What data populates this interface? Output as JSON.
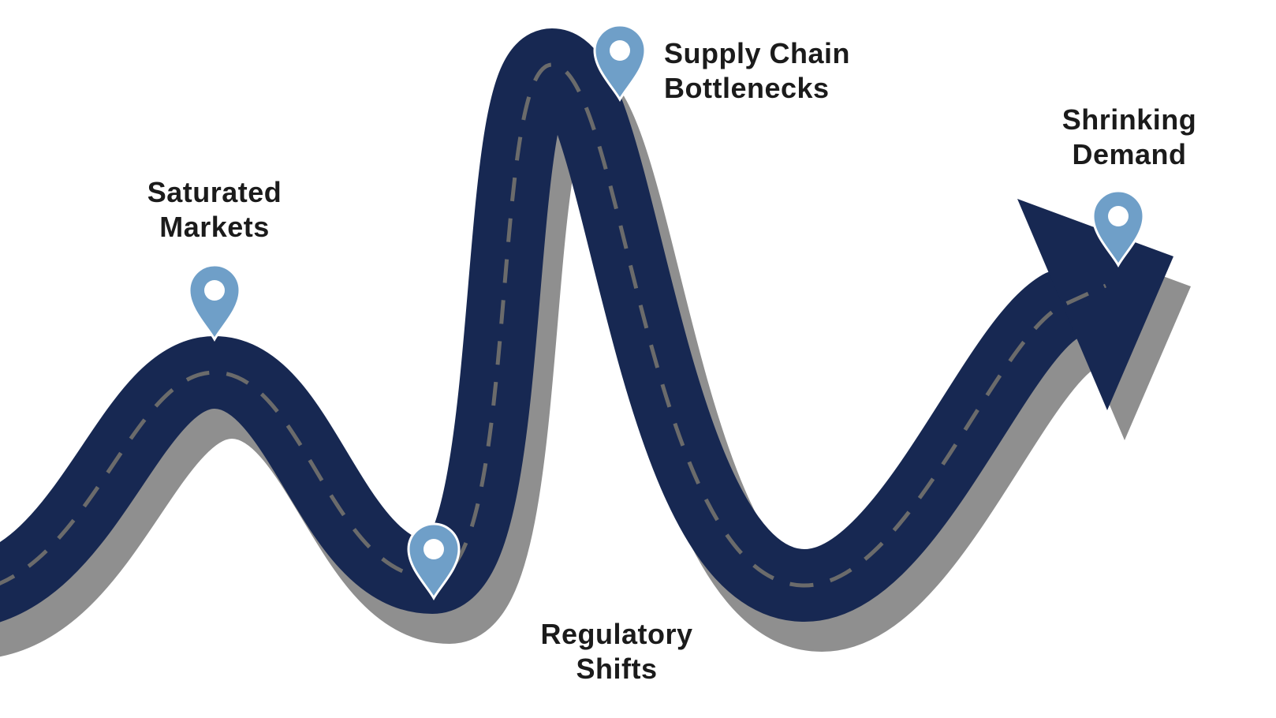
{
  "diagram": {
    "type": "roadmap",
    "milestones": [
      {
        "id": "saturated-markets",
        "label": "Saturated\nMarkets"
      },
      {
        "id": "supply-chain-bottlenecks",
        "label": "Supply Chain\nBottlenecks"
      },
      {
        "id": "regulatory-shifts",
        "label": "Regulatory\nShifts"
      },
      {
        "id": "shrinking-demand",
        "label": "Shrinking\nDemand"
      }
    ],
    "colors": {
      "road": "#172852",
      "shadow": "#8f8f8f",
      "dash": "#6b6b6b",
      "pin": "#6f9fc8",
      "pin_hole": "#ffffff",
      "text": "#1b1b1b",
      "background": "#ffffff"
    }
  }
}
